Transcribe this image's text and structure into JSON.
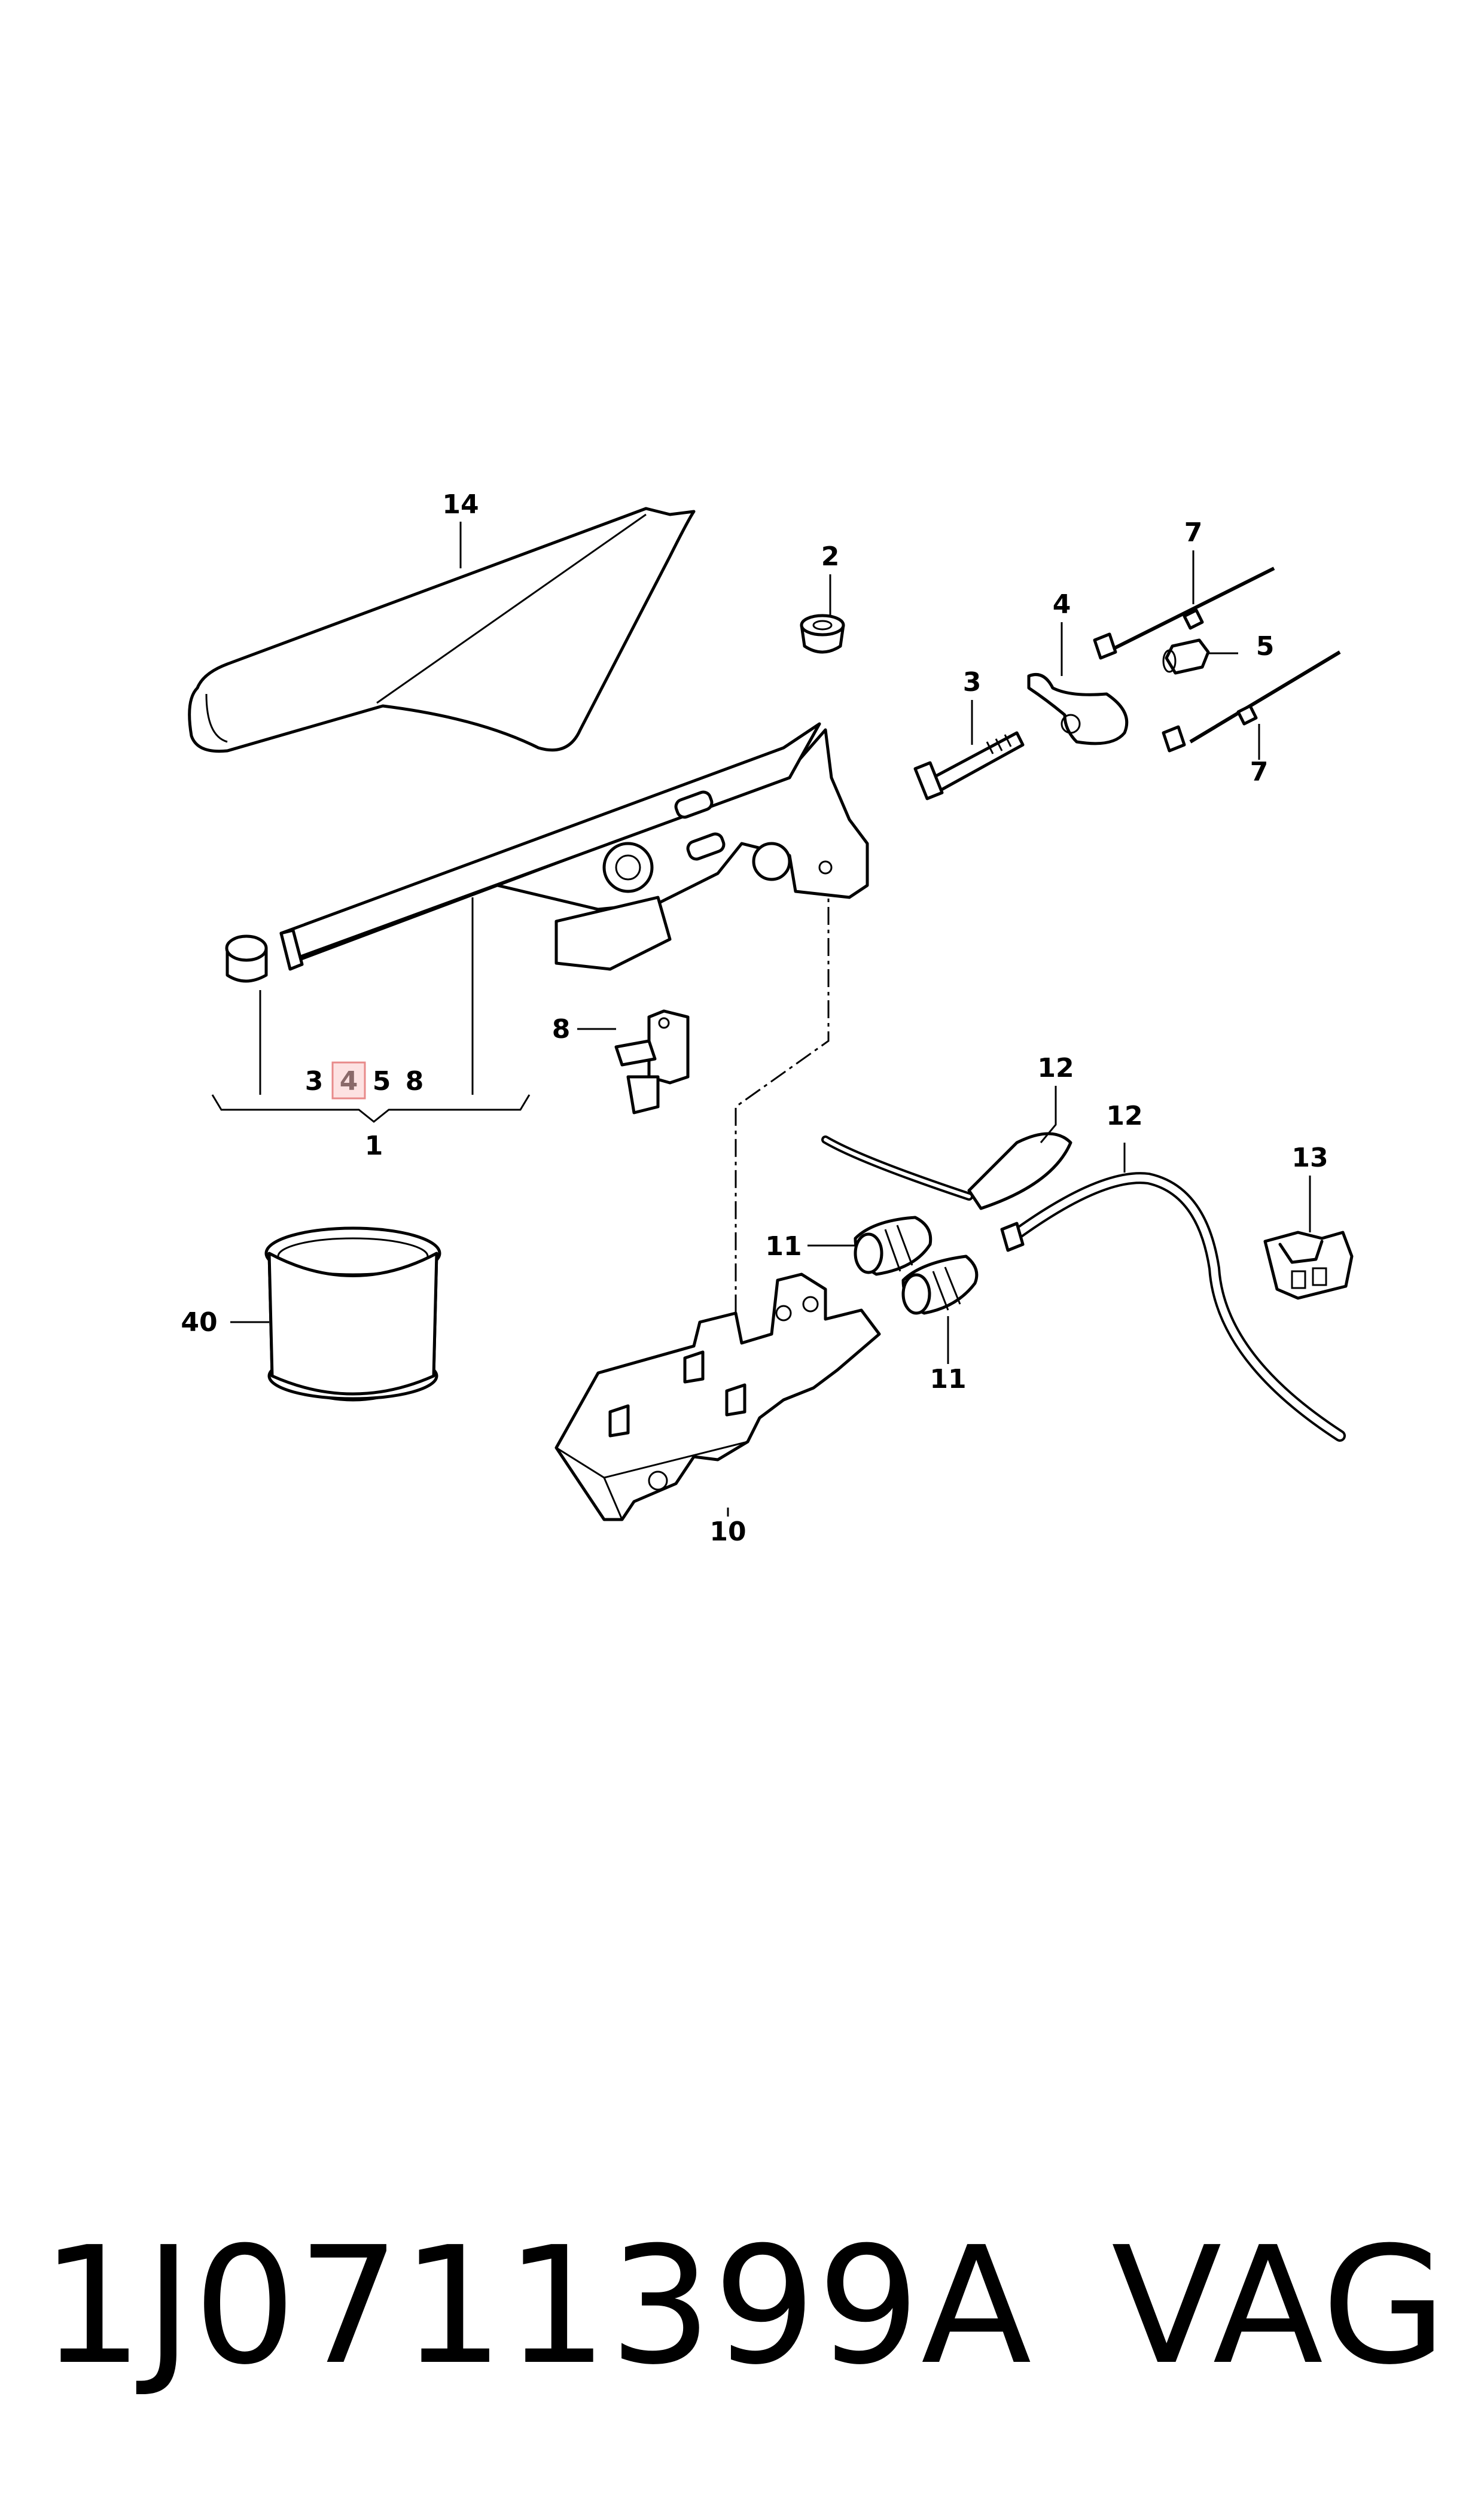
{
  "callouts": {
    "c14": "14",
    "c2": "2",
    "c7a": "7",
    "c4": "4",
    "c5": "5",
    "c3": "3",
    "c7b": "7",
    "c8": "8",
    "c12a": "12",
    "c12b": "12",
    "c13": "13",
    "c11a": "11",
    "c11b": "11",
    "c40": "40",
    "c10": "10",
    "c1": "1",
    "kit": [
      "3",
      "4",
      "5",
      "8"
    ]
  },
  "highlighted_callout": "4",
  "footer": {
    "part_number": "1J0711399A",
    "brand": "VAG"
  }
}
